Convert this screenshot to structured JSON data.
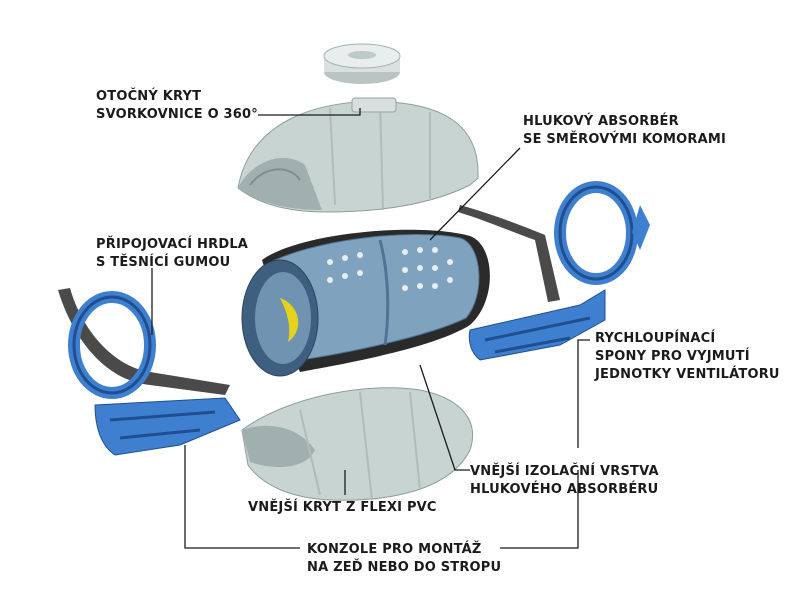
{
  "labels": {
    "rotating_cover": [
      "OTOČNÝ KRYT",
      "SVORKOVNICE O 360°"
    ],
    "absorber": [
      "HLUKOVÝ ABSORBÉR",
      "SE SMĚROVÝMI KOMORAMI"
    ],
    "connection": [
      "PŘIPOJOVACÍ HRDLA",
      "S TĚSNÍCÍ GUMOU"
    ],
    "clips": [
      "RYCHLOUPÍNACÍ",
      "SPONY PRO VYJMUTÍ",
      "JEDNOTKY VENTILÁTORU"
    ],
    "insulation": [
      "VNĚJŠÍ IZOLAČNÍ VRSTVA",
      "HLUKOVÉHO ABSORBÉRU"
    ],
    "outer_cover": [
      "VNĚJŠÍ KRYT Z FLEXI PVC"
    ],
    "brackets": [
      "KONZOLE PRO MONTÁŽ",
      "NA ZEĎ NEBO DO STROPU"
    ]
  },
  "colors": {
    "cover": "#c8d4d2",
    "cover_shade": "#9fb0ae",
    "absorber": "#7fa2bf",
    "absorber_shade": "#4f7496",
    "insulation": "#2a2a2a",
    "bracket": "#3f7fd0",
    "bracket_dark": "#1f4f8f",
    "strap": "#4a4a4a",
    "impeller": "#e6d21a",
    "line": "#1b1b1b"
  }
}
